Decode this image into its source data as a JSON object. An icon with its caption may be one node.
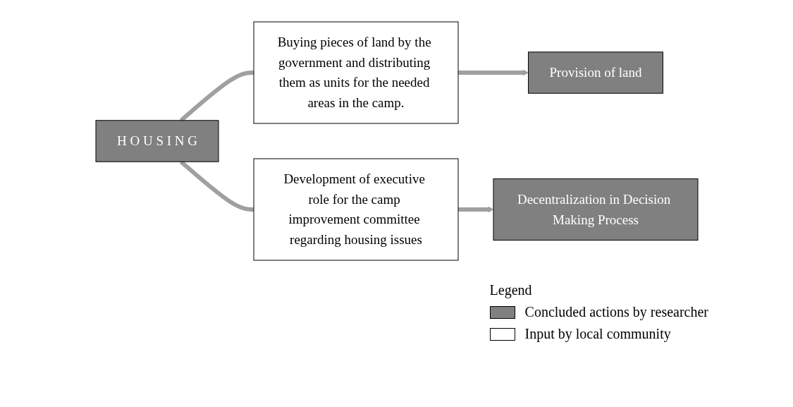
{
  "diagram": {
    "nodes": [
      {
        "text": [
          "H O U S I N G"
        ]
      },
      {
        "text": [
          "Buying pieces of land by the government and distributing them as units for the needed areas in the camp."
        ]
      },
      {
        "text": [
          "Provision of land"
        ]
      },
      {
        "text": [
          "Development of executive role for the camp improvement committee regarding housing issues"
        ]
      },
      {
        "text": [
          "Decentralization in Decision Making Process"
        ]
      }
    ],
    "edges": [
      {
        "from": 0,
        "to": 1,
        "arrow": "none"
      },
      {
        "from": 1,
        "to": 2,
        "arrow": "to"
      },
      {
        "from": 0,
        "to": 3,
        "arrow": "none"
      },
      {
        "from": 3,
        "to": 4,
        "arrow": "to"
      }
    ],
    "labels": [
      "Legend"
    ],
    "legend": [
      {
        "text": "Concluded actions by researcher",
        "color": "#808080"
      },
      {
        "text": "Input by local community",
        "color": "#ffffff"
      }
    ]
  }
}
